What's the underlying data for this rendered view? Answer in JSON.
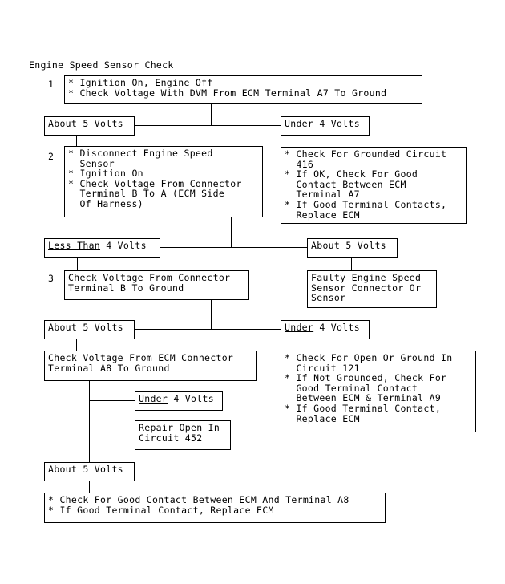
{
  "title": "Engine Speed Sensor Check",
  "step1": {
    "number": "1",
    "lines": [
      "* Ignition On, Engine Off",
      "* Check Voltage With DVM From ECM Terminal A7 To Ground"
    ],
    "left_result": "About 5 Volts",
    "right_result": {
      "underlined": "Under",
      "rest": " 4 Volts"
    },
    "right_action": [
      "* Check For Grounded Circuit",
      "  416",
      "* If OK, Check For Good",
      "  Contact Between ECM",
      "  Terminal A7",
      "* If Good Terminal Contacts,",
      "  Replace ECM"
    ]
  },
  "step2": {
    "number": "2",
    "lines": [
      "* Disconnect Engine Speed",
      "  Sensor",
      "* Ignition On",
      "* Check Voltage From Connector",
      "  Terminal B To A (ECM Side",
      "  Of Harness)"
    ],
    "left_result": {
      "underlined": "Less Than",
      "rest": " 4 Volts"
    },
    "right_result": "About 5 Volts",
    "right_action": [
      "Faulty Engine Speed",
      "Sensor Connector Or",
      "Sensor"
    ]
  },
  "step3": {
    "number": "3",
    "lines": [
      "Check Voltage From Connector",
      "Terminal B To Ground"
    ],
    "left_result": "About 5 Volts",
    "right_result": {
      "underlined": "Under",
      "rest": " 4 Volts"
    },
    "right_action": [
      "* Check For Open Or Ground In",
      "  Circuit 121",
      "* If Not Grounded, Check For",
      "  Good Terminal Contact",
      "  Between ECM & Terminal A9",
      "* If Good Terminal Contact,",
      "  Replace ECM"
    ]
  },
  "step4": {
    "lines": [
      "Check Voltage From ECM Connector",
      "Terminal A8 To Ground"
    ],
    "branch_result": {
      "underlined": "Under",
      "rest": " 4 Volts"
    },
    "branch_action": [
      "Repair Open In",
      "Circuit 452"
    ],
    "bottom_result": "About 5 Volts",
    "final_action": [
      "* Check For Good Contact Between ECM And Terminal A8",
      "* If Good Terminal Contact, Replace ECM"
    ]
  }
}
